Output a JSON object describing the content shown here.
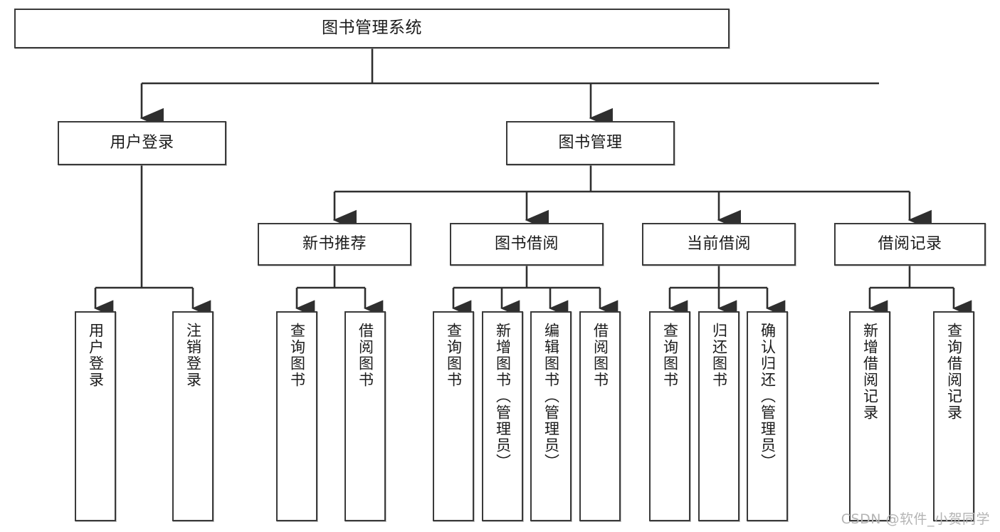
{
  "diagram": {
    "title": "图书管理系统",
    "type": "tree-structure-chart",
    "colors": {
      "box_border": "#3a3a3a",
      "box_fill": "#ffffff",
      "edge": "#2f2f2f",
      "text": "#1b1b1b",
      "watermark": "#b4b4b4"
    },
    "root": {
      "label": "图书管理系统"
    },
    "level2": [
      {
        "label": "用户登录"
      },
      {
        "label": "图书管理"
      }
    ],
    "level3": [
      {
        "label": "新书推荐"
      },
      {
        "label": "图书借阅"
      },
      {
        "label": "当前借阅"
      },
      {
        "label": "借阅记录"
      }
    ],
    "leaves": {
      "user_login": [
        {
          "label": "用户登录"
        },
        {
          "label": "注销登录"
        }
      ],
      "new_book_recommend": [
        {
          "label": "查询图书"
        },
        {
          "label": "借阅图书"
        }
      ],
      "book_borrow": [
        {
          "label": "查询图书"
        },
        {
          "label": "新增图书（管理员）"
        },
        {
          "label": "编辑图书（管理员）"
        },
        {
          "label": "借阅图书"
        }
      ],
      "current_borrow": [
        {
          "label": "查询图书"
        },
        {
          "label": "归还图书"
        },
        {
          "label": "确认归还（管理员）"
        }
      ],
      "borrow_record": [
        {
          "label": "新增借阅记录"
        },
        {
          "label": "查询借阅记录"
        }
      ]
    },
    "watermark": "CSDN @软件_小贺同学"
  }
}
